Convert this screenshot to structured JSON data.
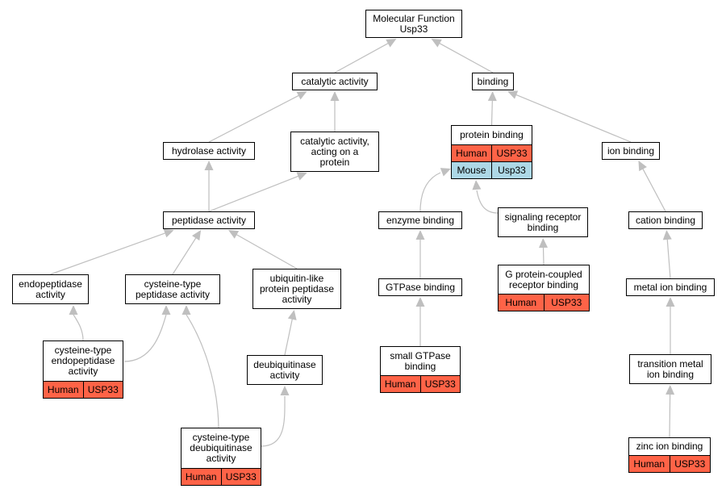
{
  "colors": {
    "human": "#ff6347",
    "mouse": "#add8e6",
    "edge": "#bfbfbf"
  },
  "nodes": [
    {
      "id": "mf",
      "label": "Molecular Function\nUsp33"
    },
    {
      "id": "catalytic",
      "label": "catalytic activity"
    },
    {
      "id": "binding",
      "label": "binding"
    },
    {
      "id": "hydrolase",
      "label": "hydrolase activity"
    },
    {
      "id": "cat_protein",
      "label": "catalytic activity,\nacting on a\nprotein"
    },
    {
      "id": "protein_binding",
      "label": "protein binding",
      "tags": [
        [
          "Human",
          "USP33",
          "human"
        ],
        [
          "Mouse",
          "Usp33",
          "mouse"
        ]
      ]
    },
    {
      "id": "ion_binding",
      "label": "ion binding"
    },
    {
      "id": "peptidase",
      "label": "peptidase activity"
    },
    {
      "id": "enzyme_binding",
      "label": "enzyme binding"
    },
    {
      "id": "signaling",
      "label": "signaling receptor\nbinding"
    },
    {
      "id": "cation",
      "label": "cation binding"
    },
    {
      "id": "endopeptidase",
      "label": "endopeptidase\nactivity"
    },
    {
      "id": "cys_peptidase",
      "label": "cysteine-type\npeptidase activity"
    },
    {
      "id": "ubl_peptidase",
      "label": "ubiquitin-like\nprotein peptidase\nactivity"
    },
    {
      "id": "gtpase",
      "label": "GTPase binding"
    },
    {
      "id": "gpcr",
      "label": "G protein-coupled\nreceptor binding",
      "tags": [
        [
          "Human",
          "USP33",
          "human"
        ]
      ]
    },
    {
      "id": "metal_ion",
      "label": "metal ion binding"
    },
    {
      "id": "cys_endo",
      "label": "cysteine-type\nendopeptidase\nactivity",
      "tags": [
        [
          "Human",
          "USP33",
          "human"
        ]
      ]
    },
    {
      "id": "deubiq",
      "label": "deubiquitinase\nactivity"
    },
    {
      "id": "small_gtpase",
      "label": "small GTPase\nbinding",
      "tags": [
        [
          "Human",
          "USP33",
          "human"
        ]
      ]
    },
    {
      "id": "transition_metal",
      "label": "transition metal\nion binding"
    },
    {
      "id": "cys_deubiq",
      "label": "cysteine-type\ndeubiquitinase\nactivity",
      "tags": [
        [
          "Human",
          "USP33",
          "human"
        ]
      ]
    },
    {
      "id": "zinc",
      "label": "zinc ion binding",
      "tags": [
        [
          "Human",
          "USP33",
          "human"
        ]
      ]
    }
  ],
  "edges": [
    [
      "catalytic",
      "mf"
    ],
    [
      "binding",
      "mf"
    ],
    [
      "hydrolase",
      "catalytic"
    ],
    [
      "cat_protein",
      "catalytic"
    ],
    [
      "protein_binding",
      "binding"
    ],
    [
      "ion_binding",
      "binding"
    ],
    [
      "peptidase",
      "hydrolase"
    ],
    [
      "peptidase",
      "cat_protein"
    ],
    [
      "enzyme_binding",
      "protein_binding"
    ],
    [
      "signaling",
      "protein_binding"
    ],
    [
      "cation",
      "ion_binding"
    ],
    [
      "endopeptidase",
      "peptidase"
    ],
    [
      "cys_peptidase",
      "peptidase"
    ],
    [
      "ubl_peptidase",
      "peptidase"
    ],
    [
      "gtpase",
      "enzyme_binding"
    ],
    [
      "gpcr",
      "signaling"
    ],
    [
      "metal_ion",
      "cation"
    ],
    [
      "cys_endo",
      "endopeptidase"
    ],
    [
      "cys_endo",
      "cys_peptidase"
    ],
    [
      "deubiq",
      "ubl_peptidase"
    ],
    [
      "small_gtpase",
      "gtpase"
    ],
    [
      "transition_metal",
      "metal_ion"
    ],
    [
      "cys_deubiq",
      "cys_peptidase"
    ],
    [
      "cys_deubiq",
      "deubiq"
    ],
    [
      "zinc",
      "transition_metal"
    ]
  ]
}
